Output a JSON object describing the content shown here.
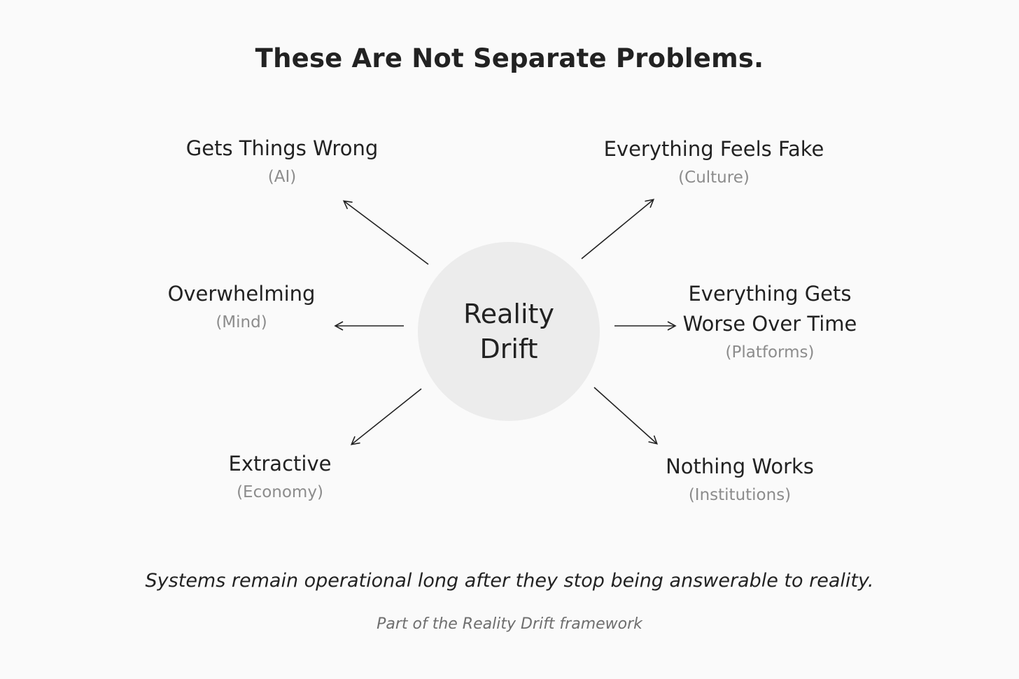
{
  "title": "These Are Not Separate Problems.",
  "center": {
    "label": "Reality\nDrift"
  },
  "nodes": [
    {
      "label": "Gets Things Wrong",
      "sub": "(AI)"
    },
    {
      "label": "Everything Feels Fake",
      "sub": "(Culture)"
    },
    {
      "label": "Overwhelming",
      "sub": "(Mind)"
    },
    {
      "label": "Everything Gets\nWorse Over Time",
      "sub": "(Platforms)"
    },
    {
      "label": "Extractive",
      "sub": "(Economy)"
    },
    {
      "label": "Nothing Works",
      "sub": "(Institutions)"
    }
  ],
  "tagline": "Systems remain operational long after they stop being answerable to reality.",
  "footer": "Part of the Reality Drift framework",
  "colors": {
    "background": "#fafafa",
    "circle": "#ececec",
    "text": "#222222",
    "subtext": "#8c8c8c"
  }
}
